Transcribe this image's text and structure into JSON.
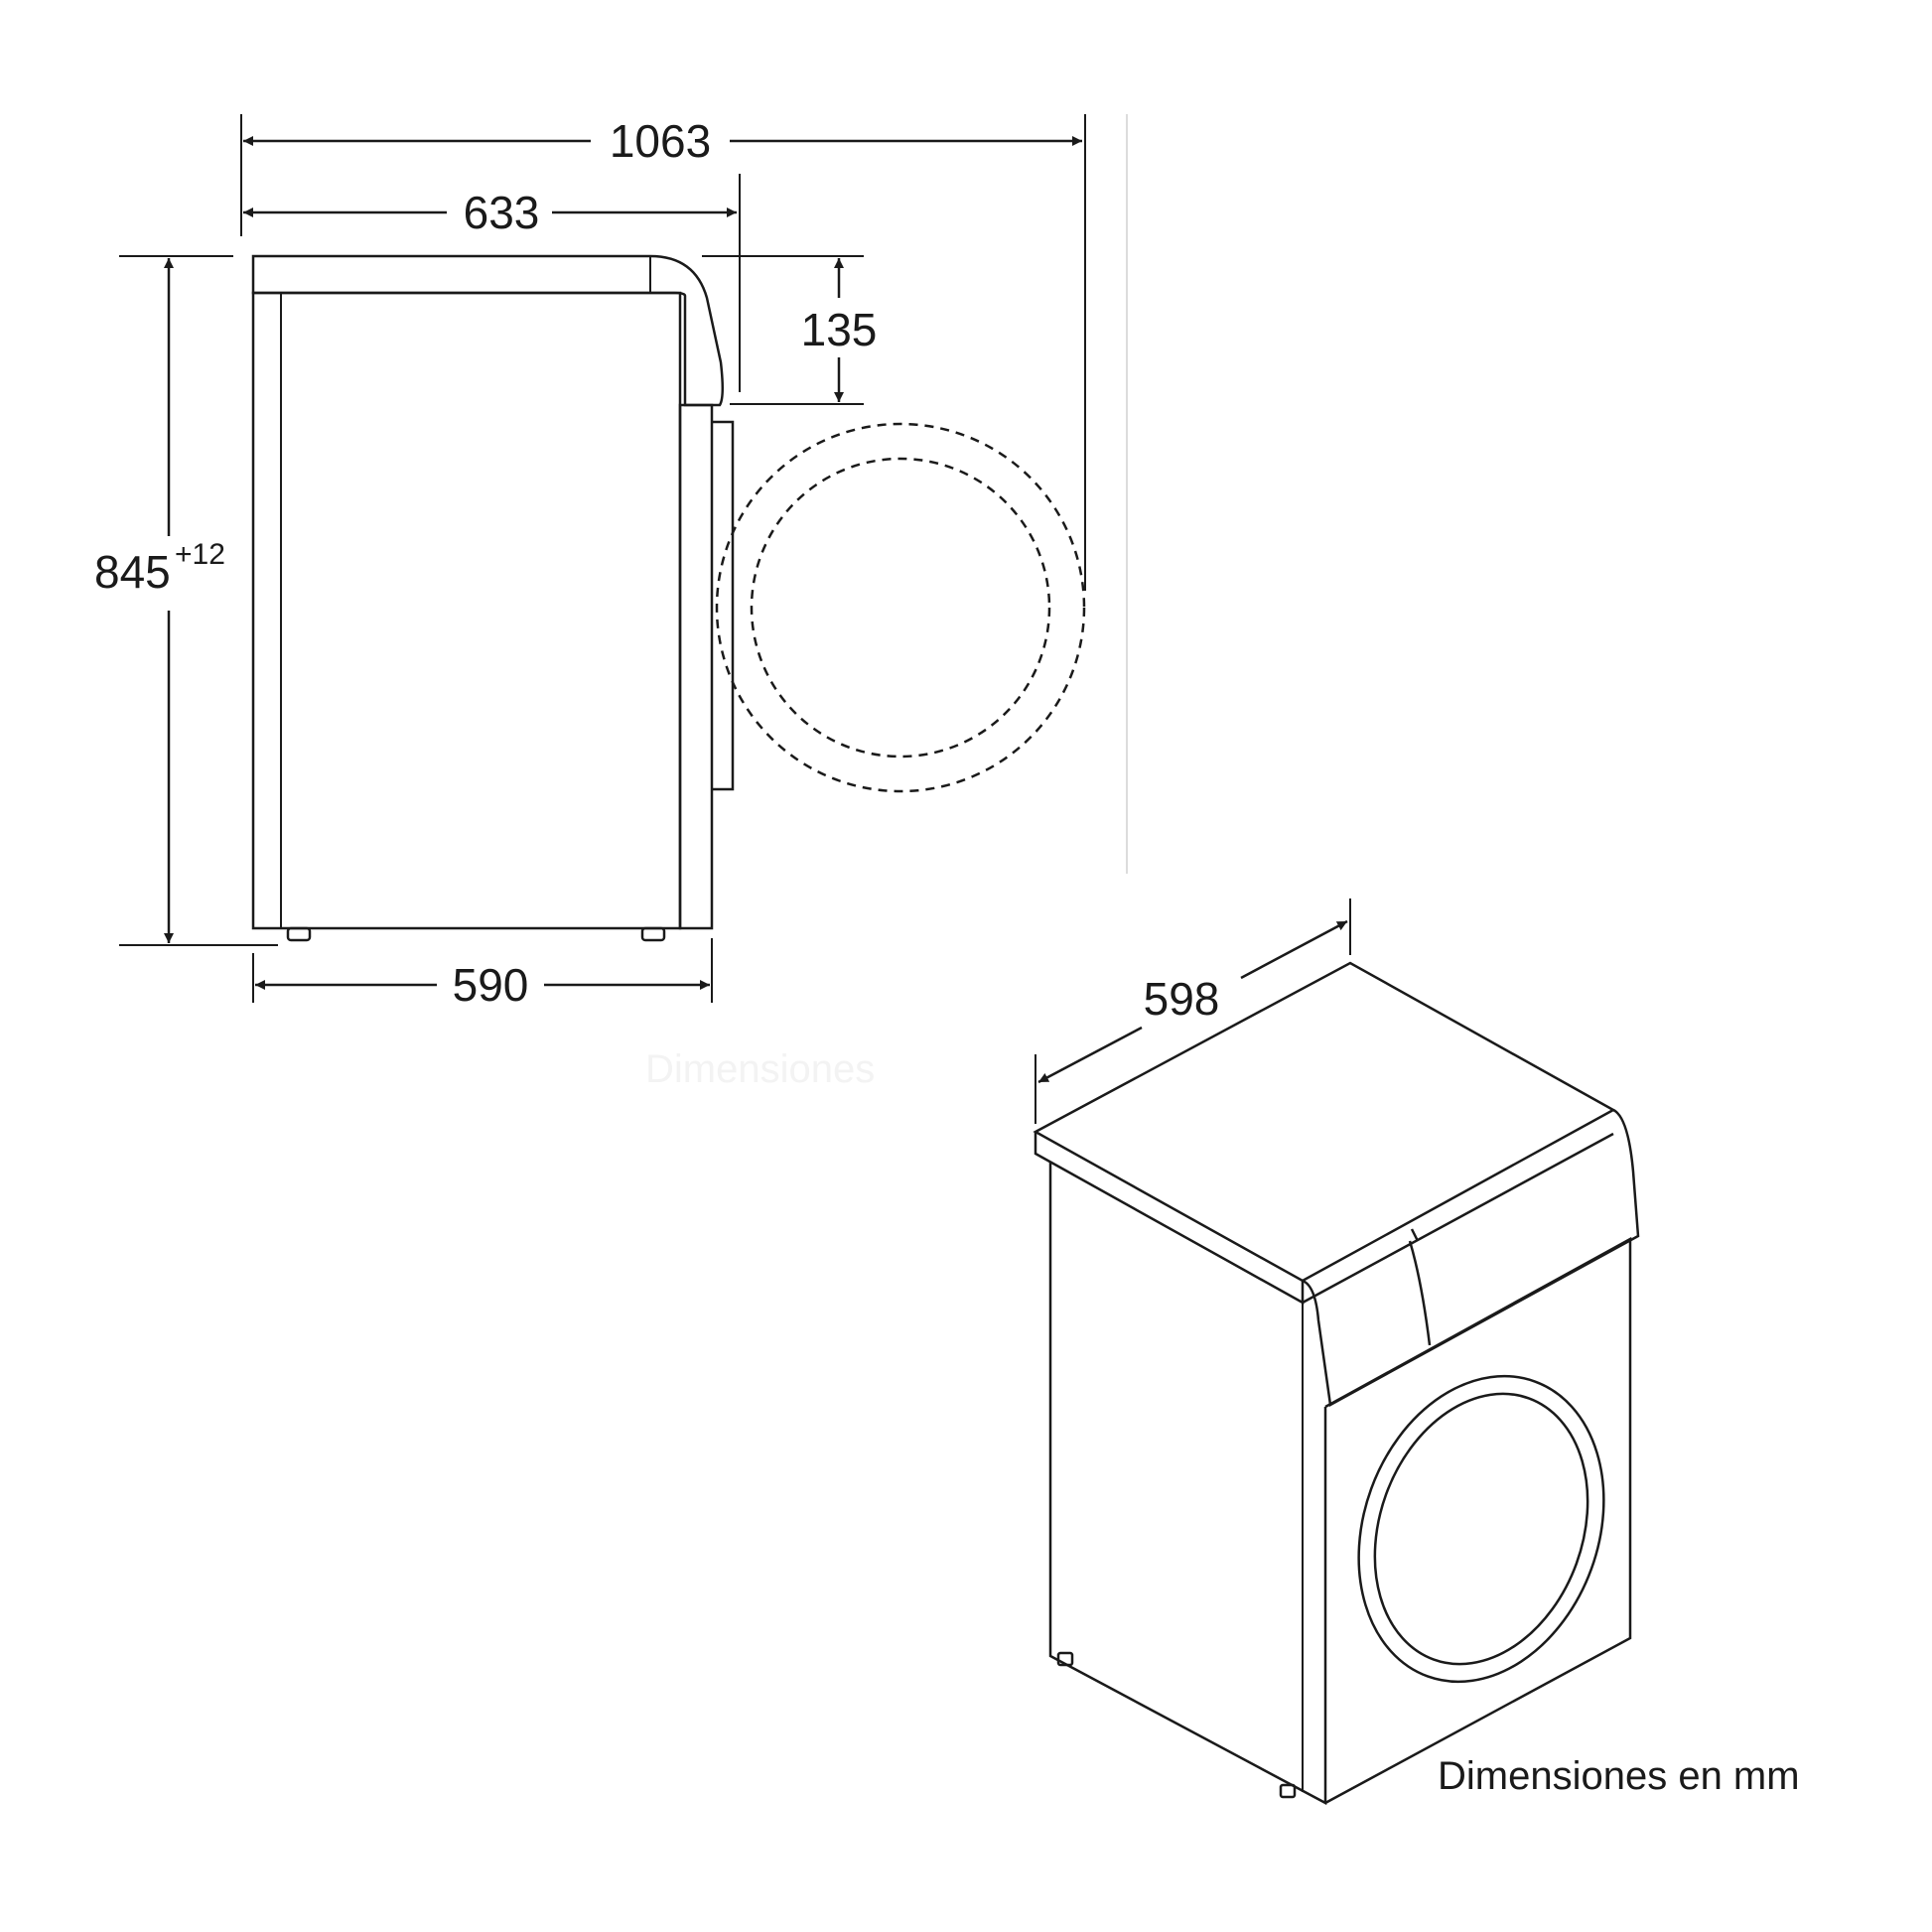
{
  "dimensions": {
    "total_depth_door_open": "1063",
    "depth": "633",
    "panel_height": "135",
    "height": "845",
    "height_tolerance": "+12",
    "body_depth": "590",
    "width": "598"
  },
  "caption": "Dimensiones en mm",
  "watermark": "Dimensiones"
}
